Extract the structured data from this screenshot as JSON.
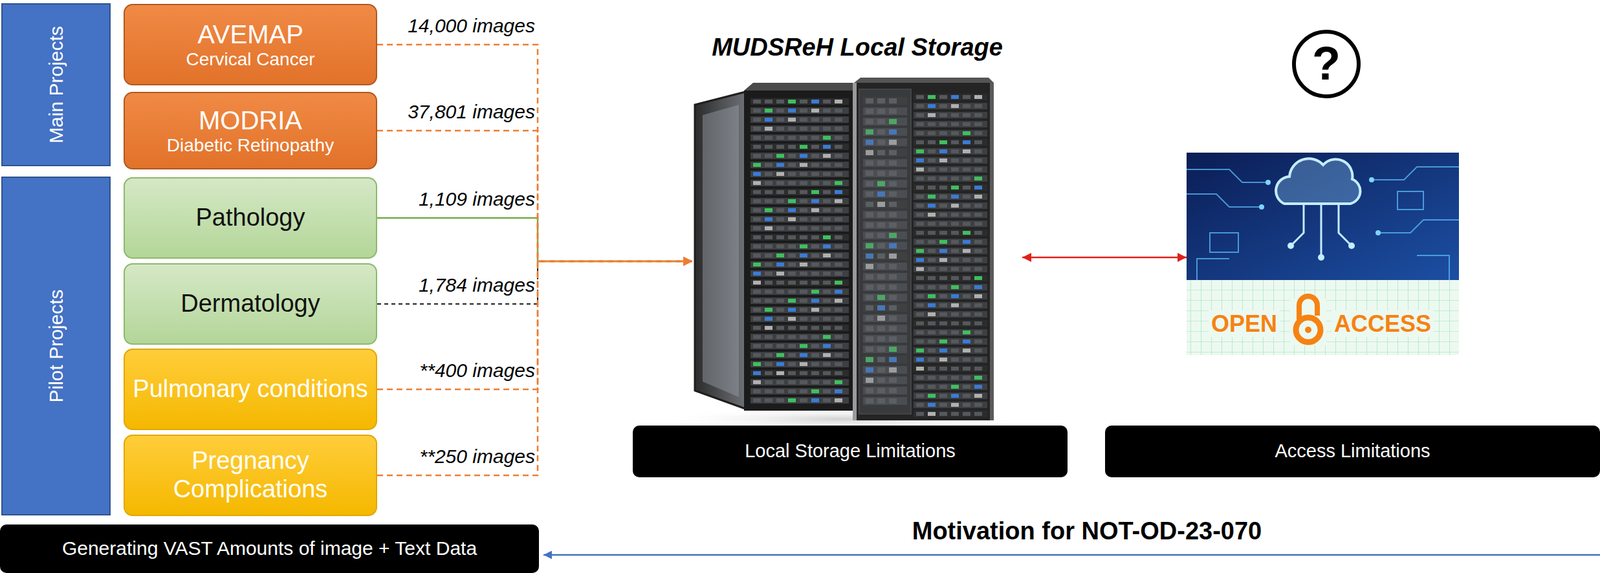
{
  "diagram": {
    "nodes": [
      {
        "text": [
          "Main Projects"
        ]
      },
      {
        "text": [
          "AVEMAP",
          "Cervical Cancer"
        ]
      },
      {
        "text": [
          "MODRIA",
          "Diabetic Retinopathy"
        ]
      },
      {
        "text": [
          "Pilot Projects"
        ]
      },
      {
        "text": [
          "Pathology"
        ]
      },
      {
        "text": [
          "Dermatology"
        ]
      },
      {
        "text": [
          "Pulmonary conditions"
        ]
      },
      {
        "text": [
          "Pregnancy Complications"
        ]
      },
      {
        "text": [
          "Generating VAST Amounts of image + Text Data"
        ]
      },
      {
        "text": [
          "MUDSReH Local Storage"
        ]
      },
      {
        "text": [
          "Local Storage Limitations"
        ]
      },
      {
        "text": [
          "OPEN",
          "ACCESS"
        ]
      },
      {
        "text": [
          "Access Limitations"
        ]
      }
    ],
    "edges": [
      {
        "from": 1,
        "to": 9,
        "arrow": "to",
        "label": "14,000 images"
      },
      {
        "from": 2,
        "to": 9,
        "arrow": "to",
        "label": "37,801 images"
      },
      {
        "from": 4,
        "to": 9,
        "arrow": "to",
        "label": "1,109 images"
      },
      {
        "from": 5,
        "to": 9,
        "arrow": "to",
        "label": "1,784 images"
      },
      {
        "from": 6,
        "to": 9,
        "arrow": "to",
        "label": "**400 images"
      },
      {
        "from": 7,
        "to": 9,
        "arrow": "to",
        "label": "**250 images"
      },
      {
        "from": 9,
        "to": 11,
        "arrow": "both"
      }
    ],
    "labels": [
      "?",
      "Motivation for NOT-OD-23-070"
    ]
  }
}
